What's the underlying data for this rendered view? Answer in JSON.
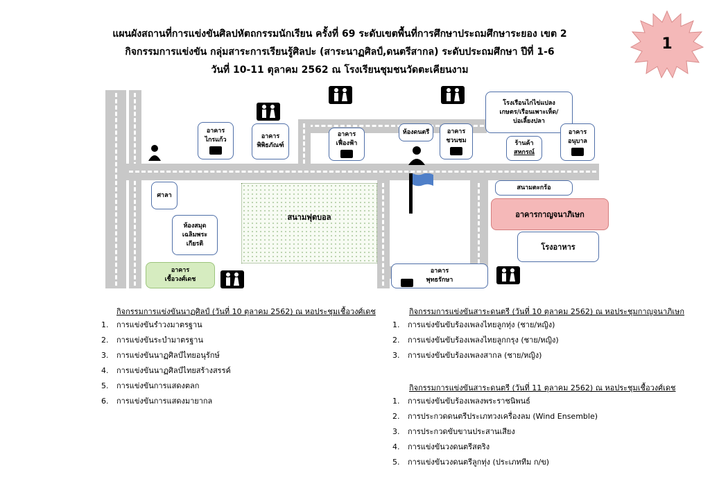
{
  "title": {
    "line1": "แผนผังสถานที่การแข่งขันศิลปหัตถกรรมนักเรียน ครั้งที่ 69 ระดับเขตพื้นที่การศึกษาประถมศึกษาระยอง เขต 2",
    "line2": "กิจกรรมการแข่งขัน กลุ่มสาระการเรียนรู้ศิลปะ (สาระนาฏศิลป์,ดนตรีสากล) ระดับประถมศึกษา ปีที่ 1-6",
    "line3": "วันที่ 10-11 ตุลาคม 2562 ณ โรงเรียนชุมชนวัดตะเคียนงาม"
  },
  "badge": {
    "number": "1",
    "color": "#f4b8b8"
  },
  "map": {
    "buildings": {
      "kraikaew": [
        "อาคาร",
        "ไกรแก้ว"
      ],
      "phiphitphan": [
        "อาคาร",
        "พิพิธภัณฑ์"
      ],
      "feuangfa": [
        "อาคาร",
        "เฟื่องฟ้า"
      ],
      "music_room": "ห้องดนตรี",
      "chuanchom": [
        "อาคาร",
        "ชวนชม"
      ],
      "mushroom": [
        "โรงเรือนไก่ไข่แปลง",
        "เกษตร/เรือนเพาะเห็ด/",
        "บ่อเลี้ยงปลา"
      ],
      "coop_shop": [
        "ร้านค้า",
        "สหกรณ์"
      ],
      "anuban": [
        "อาคาร",
        "อนุบาล"
      ],
      "sala": "ศาลา",
      "library": [
        "ห้องสมุด",
        "เฉลิมพระ",
        "เกียรติ"
      ],
      "chueawongdet": [
        "อาคาร",
        "เชื้อวงศ์เดช"
      ],
      "sepak_court": "สนามตะกร้อ",
      "kanjanaphisek": "อาคารกาญจนาภิเษก",
      "cafeteria": "โรงอาหาร",
      "phutthaksa": [
        "อาคาร",
        "พุทธรักษา"
      ]
    },
    "football_field": "สนามฟุตบอล",
    "colors": {
      "road": "#c8c8c8",
      "building_border": "#4f6fa8",
      "chueawongdet_fill": "#d6ecc0",
      "kanjanaphisek_fill": "#f5b8b8",
      "flag": "#4f7fc8"
    },
    "icons": [
      "restroom-icon",
      "person-statue-icon",
      "flag-icon"
    ]
  },
  "left_section": {
    "heading": "กิจกรรมการแข่งขันนาฏศิลป์ (วันที่ 10 ตุลาคม  2562) ณ หอประชุมเชื้อวงศ์เดช",
    "items": [
      {
        "num": "1.",
        "text": "การแข่งขันรำวงมาตรฐาน"
      },
      {
        "num": "2.",
        "text": "การแข่งขันระบำมาตรฐาน"
      },
      {
        "num": "3.",
        "text": "การแข่งขันนาฏศิลป์ไทยอนุรักษ์"
      },
      {
        "num": "4.",
        "text": "การแข่งขันนาฏศิลป์ไทยสร้างสรรค์"
      },
      {
        "num": "5.",
        "text": "การแข่งขันการแสดงตลก"
      },
      {
        "num": "6.",
        "text": "การแข่งขันการแสดงมายากล"
      }
    ]
  },
  "right_section_1": {
    "heading": "กิจกรรมการแข่งขันสาระดนตรี (วันที่ 10 ตุลาคม  2562) ณ หอประชุมกาญจนาภิเษก",
    "items": [
      {
        "num": "1.",
        "text": "การแข่งขันขับร้องเพลงไทยลูกทุ่ง (ชาย/หญิง)"
      },
      {
        "num": "2.",
        "text": "การแข่งขันขับร้องเพลงไทยลูกกรุง (ชาย/หญิง)"
      },
      {
        "num": "3.",
        "text": "การแข่งขันขับร้องเพลงสากล (ชาย/หญิง)"
      }
    ]
  },
  "right_section_2": {
    "heading": "กิจกรรมการแข่งขันสาระดนตรี (วันที่ 11 ตุลาคม  2562) ณ หอประชุมเชื้อวงศ์เดช",
    "items": [
      {
        "num": "1.",
        "text": "การแข่งขันขับร้องเพลงพระราชนิพนธ์"
      },
      {
        "num": "2.",
        "text": "การประกวดดนตรีประเภทวงเครื่องลม (Wind Ensemble)"
      },
      {
        "num": "3.",
        "text": "การประกวดขับขานประสานเสียง"
      },
      {
        "num": "4.",
        "text": "การแข่งขันวงดนตรีสตริง"
      },
      {
        "num": "5.",
        "text": "การแข่งขันวงดนตรีลูกทุ่ง (ประเภททีม ก/ข)"
      }
    ]
  }
}
